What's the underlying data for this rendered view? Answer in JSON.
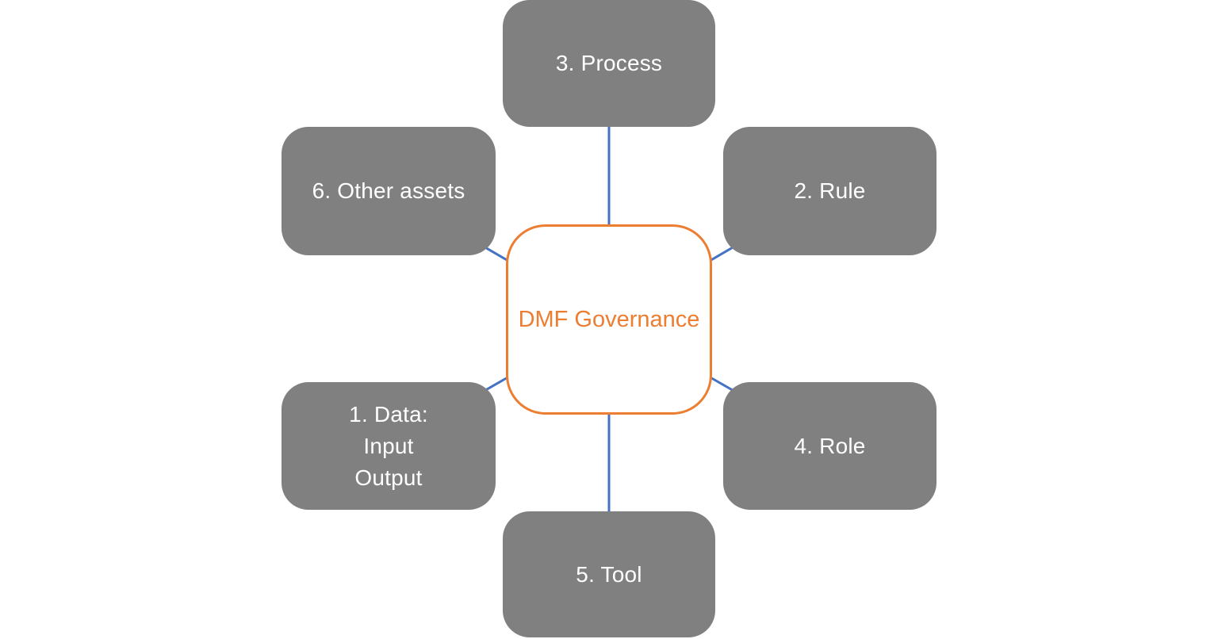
{
  "diagram": {
    "title": "DMF Governance diagram",
    "center": {
      "label": "DMF Governance"
    },
    "nodes": [
      {
        "id": "process",
        "label": "3. Process"
      },
      {
        "id": "other-assets",
        "label": "6. Other assets"
      },
      {
        "id": "rule",
        "label": "2. Rule"
      },
      {
        "id": "data",
        "label": "1. Data:\nInput\nOutput"
      },
      {
        "id": "role",
        "label": "4. Role"
      },
      {
        "id": "tool",
        "label": "5. Tool"
      }
    ],
    "colors": {
      "node_fill": "#808080",
      "node_text": "#FFFFFF",
      "center_fill": "#FFFFFF",
      "center_border": "#ED7D31",
      "center_text": "#ED7D31",
      "connector": "#4472C4",
      "background": "#FFFFFF"
    },
    "connector_stroke_width": "3"
  }
}
